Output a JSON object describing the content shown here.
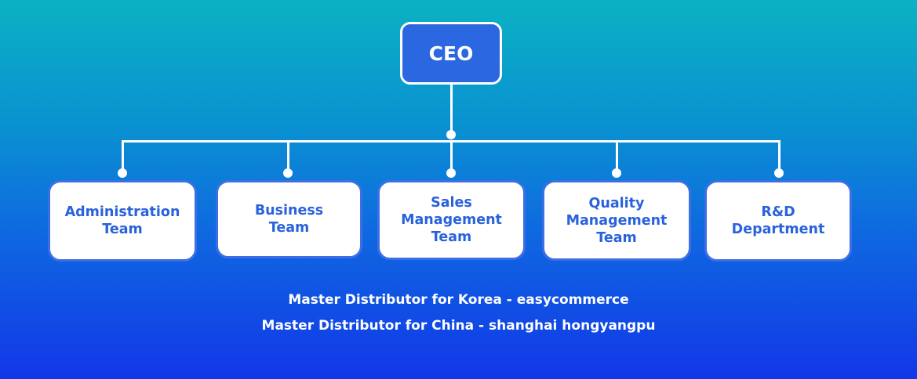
{
  "diagram": {
    "type": "org-chart",
    "root": {
      "label": "CEO"
    },
    "teams": [
      {
        "label": "Administration\nTeam"
      },
      {
        "label": "Business\nTeam"
      },
      {
        "label": "Sales\nManagement\nTeam"
      },
      {
        "label": "Quality\nManagement\nTeam"
      },
      {
        "label": "R&D\nDepartment"
      }
    ],
    "footer": [
      "Master Distributor for Korea - easycommerce",
      "Master Distributor for China - shanghai hongyangpu"
    ]
  },
  "colors": {
    "background_top": "#0bb2c3",
    "background_bottom": "#1237e8",
    "ceo_fill": "#2b67e0",
    "team_text": "#2a62dc",
    "team_border": "#3d6fe4",
    "connector": "#ffffff"
  }
}
